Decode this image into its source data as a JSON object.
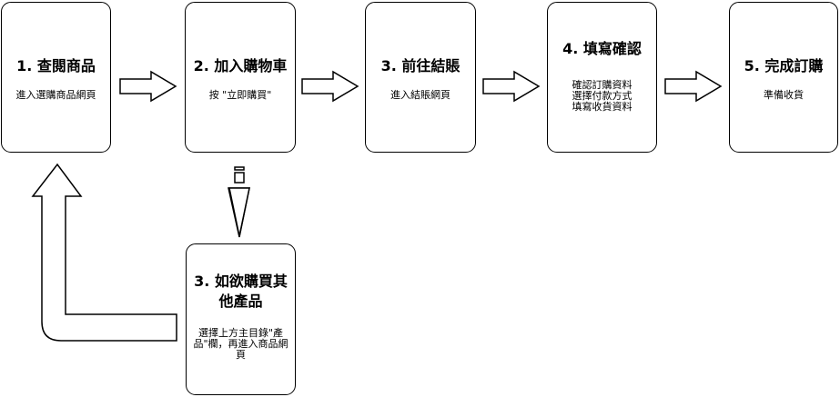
{
  "steps": [
    {
      "title": "1. 查閱商品",
      "desc": "進入選購商品網頁"
    },
    {
      "title": "2. 加入購物車",
      "desc": "按 \"立即購買\""
    },
    {
      "title": "3. 前往結賬",
      "desc": "進入結賬網頁"
    },
    {
      "title": "4. 填寫確認",
      "desc": "確認訂購資料\n選擇付款方式\n填寫收貨資料"
    },
    {
      "title": "5. 完成訂購",
      "desc": "準備收貨"
    }
  ],
  "branch": {
    "title": "3. 如欲購買其\n他產品",
    "desc": "選擇上方主目錄\"產品\"欄，再進入商品網\n頁"
  }
}
